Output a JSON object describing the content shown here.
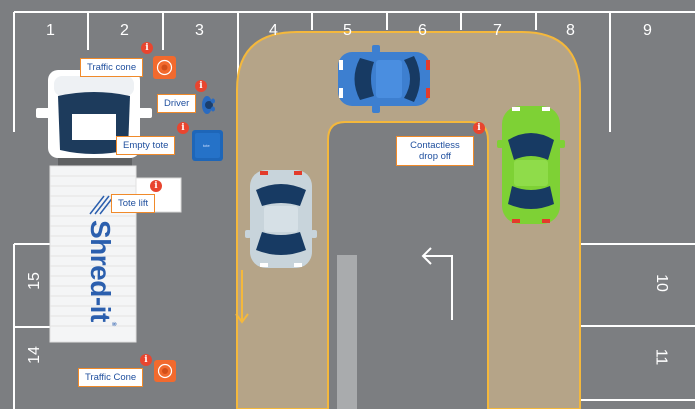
{
  "spaces_top": [
    "1",
    "2",
    "3",
    "4",
    "5",
    "6",
    "7",
    "8",
    "9"
  ],
  "spaces_left": [
    "15",
    "14"
  ],
  "spaces_right": [
    "10",
    "11"
  ],
  "labels": {
    "traffic_cone_top": "Traffic cone",
    "driver": "Driver",
    "empty_tote": "Empty tote",
    "tote_lift": "Tote lift",
    "contactless_line1": "Contactless",
    "contactless_line2": "drop off",
    "traffic_cone_bottom": "Traffic Cone"
  },
  "info_glyph": "i",
  "truck_brand": "Shred-it",
  "truck_brand_mark": "®",
  "colors": {
    "asphalt": "#7c7e81",
    "lane": "#b5a488",
    "lane_border": "#f4b83c",
    "car_blue": "#3d7fd0",
    "car_green": "#7ed135",
    "car_silver": "#c8d4db",
    "truck_white": "#ffffff",
    "cone_orange": "#f26a2e",
    "tote_blue": "#1e66b8",
    "callout_border": "#f08a2a",
    "callout_text": "#1f4f9e",
    "info_red": "#e8452f"
  },
  "icons": [
    "traffic-cone-icon",
    "driver-icon",
    "tote-icon",
    "info-icon",
    "arrow-left-icon",
    "arrow-down-icon"
  ]
}
